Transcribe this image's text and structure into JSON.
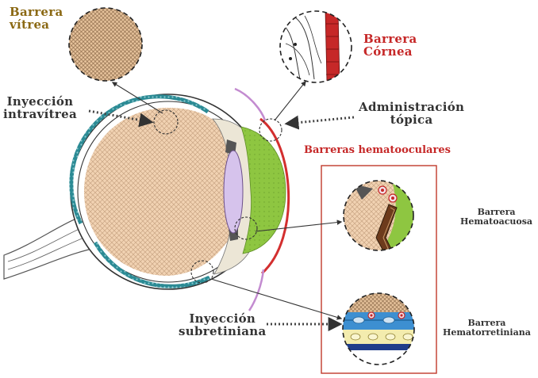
{
  "labels": {
    "vitreous_barrier": "Barrera\nvítrea",
    "cornea_barrier": "Barrera\nCórnea",
    "intravitreal": "Inyección\nintravítrea",
    "topical": "Administración\ntópica",
    "blood_ocular_title": "Barreras hematooculares",
    "aqueous_barrier": "Barrera\nHematoacuosa",
    "subretinal": "Inyección\nsubretiniana",
    "retinal_barrier": "Barrera\nHematorretiniana"
  },
  "colors": {
    "brown_label": "#8b6914",
    "red_label": "#c62828",
    "dark_label": "#333333",
    "vitreous_fill": "#f1d2b2",
    "retina_teal": "#2b8a94",
    "lens_green": "#8ec641",
    "lens_purple": "#d6c3ec",
    "cornea_red": "#d32f2f",
    "iris_pink": "#c38bd0",
    "box_red": "#c0392b"
  }
}
